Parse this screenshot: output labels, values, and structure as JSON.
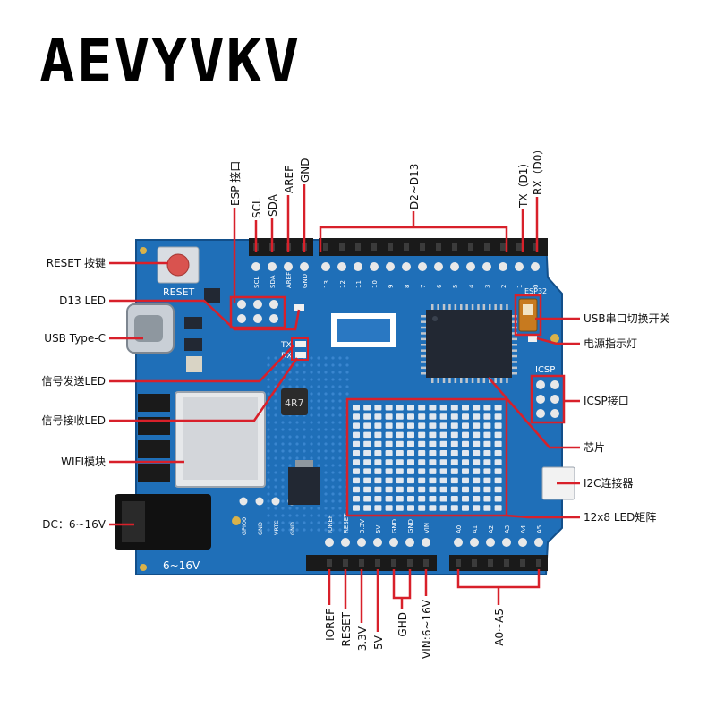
{
  "brand": "AEVYVKV",
  "colors": {
    "board": "#1f6fb8",
    "board_dark": "#124f8a",
    "leader": "#d8202a",
    "header": "#1a1a1a",
    "led": "#e2e8ef",
    "button": "#d9534f",
    "chip": "#222833"
  },
  "board": {
    "reset_text": "RESET",
    "voltage_text": "6~16V",
    "icsp_text": "ICSP",
    "esp32_text": "ESP32",
    "inductor_text": "4R7",
    "tx_text": "TX",
    "rx_text": "RX",
    "top_pin_labels": [
      "SCL",
      "SDA",
      "AREF",
      "GND",
      "13",
      "12",
      "11",
      "10",
      "9",
      "8",
      "7",
      "6",
      "5",
      "4",
      "3",
      "2",
      "1",
      "0"
    ],
    "bottom_left_pins": [
      "IOREF",
      "RESET",
      "3.3V",
      "5V",
      "GND",
      "GND",
      "VIN"
    ],
    "bottom_right_pins": [
      "A0",
      "A1",
      "A2",
      "A3",
      "A4",
      "A5"
    ],
    "esp_pins": [
      "GPIO0",
      "GND",
      "VRTC",
      "GND"
    ]
  },
  "labels": {
    "left": [
      "RESET 按键",
      "D13 LED",
      "USB Type-C",
      "信号发送LED",
      "信号接收LED",
      "WIFI模块",
      "DC：6~16V"
    ],
    "right": [
      "USB串口切换开关",
      "电源指示灯",
      "ICSP接口",
      "芯片",
      "I2C连接器",
      "12x8 LED矩阵"
    ],
    "top": [
      "ESP 接口",
      "SCL",
      "SDA",
      "AREF",
      "GND",
      "D2~D13",
      "TX（D1）",
      "RX（D0）"
    ],
    "bottom": [
      "IOREF",
      "RESET",
      "3.3V",
      "5V",
      "GHD",
      "VIN:6~16V",
      "A0~A5"
    ]
  }
}
